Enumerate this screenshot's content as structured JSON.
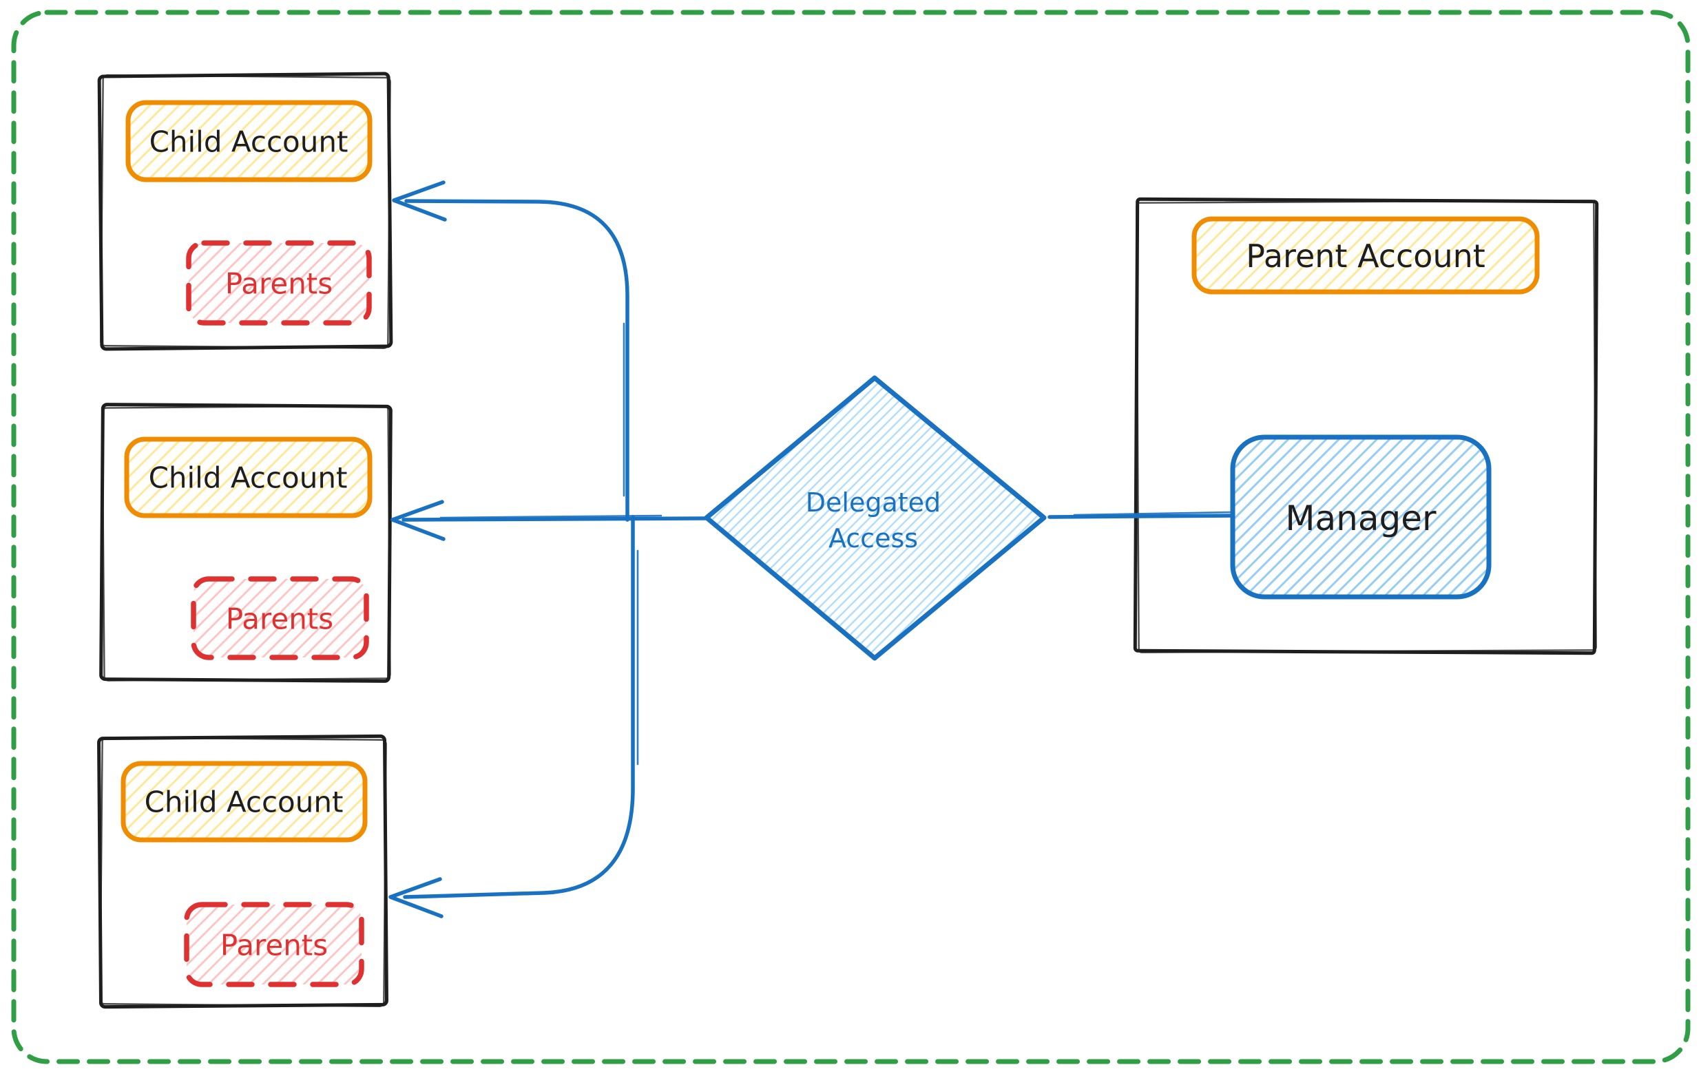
{
  "canvas": {
    "background": "#ffffff",
    "border_color": "#2f9e44"
  },
  "colors": {
    "outline_black": "#1e1e1e",
    "blue": "#1971c2",
    "light_blue": "#a5d8ff",
    "orange": "#f08c00",
    "yellow": "#ffd43b",
    "red": "#e03131",
    "pink": "#ffa8a8",
    "green": "#2f9e44"
  },
  "children": [
    {
      "title": "Child Account",
      "badge": "Parents"
    },
    {
      "title": "Child Account",
      "badge": "Parents"
    },
    {
      "title": "Child Account",
      "badge": "Parents"
    }
  ],
  "decision": {
    "line1": "Delegated",
    "line2": "Access"
  },
  "parent": {
    "title": "Parent Account",
    "member": "Manager"
  }
}
